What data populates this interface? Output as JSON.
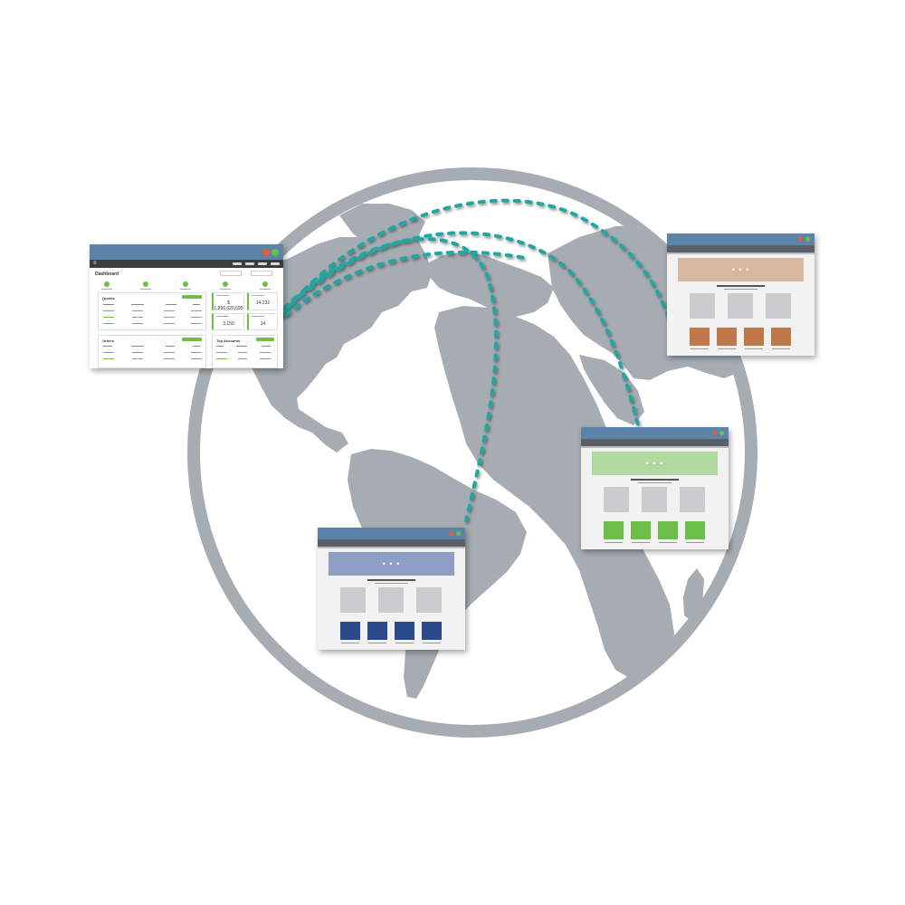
{
  "colors": {
    "globe": "#a6acb1",
    "globe_ring": "#a6acb1",
    "route": "#23a6a2",
    "titlebar": "#5b84a8",
    "close_dot": "#e0603a",
    "max_dot": "#6cc04a",
    "brown_hero": "#d9b8a0",
    "brown_product": "#c0784a",
    "green_hero": "#b0d9a0",
    "green_product": "#6cc04a",
    "blue_hero": "#8f9ec4",
    "blue_product": "#2b4a8c"
  },
  "icons": [
    "globe-icon",
    "close-dot-icon",
    "maximize-dot-icon",
    "menu-icon"
  ],
  "dashboard": {
    "logo": "≡",
    "heading": "Dashboard",
    "quotes_title": "Quotes",
    "orders_title": "Orders",
    "top_accounts_title": "Top Accounts",
    "stats": [
      "$ 1,850,620,695",
      "14,232",
      "3,150",
      "14"
    ]
  },
  "hero_dots": "• • •"
}
